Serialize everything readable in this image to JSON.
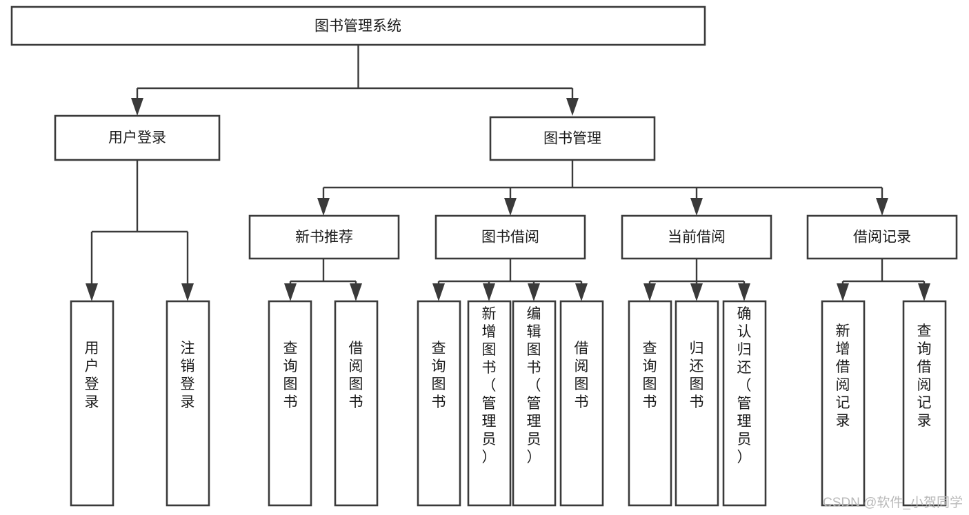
{
  "diagram": {
    "type": "tree-hierarchy-chart",
    "title": "图书管理系统",
    "orientation": "top-down",
    "colors": {
      "box_fill": "#ffffff",
      "box_stroke": "#3a3a3a",
      "text": "#1b1b1b",
      "watermark": "#b9b9b9",
      "background": "#ffffff"
    },
    "levels": {
      "root": {
        "label": "图书管理系统"
      },
      "level2": [
        {
          "id": "user-login",
          "label": "用户登录"
        },
        {
          "id": "book-management",
          "label": "图书管理"
        }
      ],
      "level3": [
        {
          "id": "new-book-recommend",
          "label": "新书推荐",
          "parent": "book-management"
        },
        {
          "id": "book-borrow",
          "label": "图书借阅",
          "parent": "book-management"
        },
        {
          "id": "current-borrow",
          "label": "当前借阅",
          "parent": "book-management"
        },
        {
          "id": "borrow-record",
          "label": "借阅记录",
          "parent": "book-management"
        }
      ],
      "leaves": [
        {
          "id": "leaf-user-login",
          "label": "用户登录",
          "parent": "user-login"
        },
        {
          "id": "leaf-logout-login",
          "label": "注销登录",
          "parent": "user-login"
        },
        {
          "id": "leaf-query-book-1",
          "label": "查询图书",
          "parent": "new-book-recommend"
        },
        {
          "id": "leaf-borrow-book-1",
          "label": "借阅图书",
          "parent": "new-book-recommend"
        },
        {
          "id": "leaf-query-book-2",
          "label": "查询图书",
          "parent": "book-borrow"
        },
        {
          "id": "leaf-add-book",
          "label": "新增图书（管理员）",
          "parent": "book-borrow"
        },
        {
          "id": "leaf-edit-book",
          "label": "编辑图书（管理员）",
          "parent": "book-borrow"
        },
        {
          "id": "leaf-borrow-book-2",
          "label": "借阅图书",
          "parent": "book-borrow"
        },
        {
          "id": "leaf-query-book-3",
          "label": "查询图书",
          "parent": "current-borrow"
        },
        {
          "id": "leaf-return-book",
          "label": "归还图书",
          "parent": "current-borrow"
        },
        {
          "id": "leaf-confirm-return",
          "label": "确认归还（管理员）",
          "parent": "current-borrow"
        },
        {
          "id": "leaf-add-record",
          "label": "新增借阅记录",
          "parent": "borrow-record"
        },
        {
          "id": "leaf-query-record",
          "label": "查询借阅记录",
          "parent": "borrow-record"
        }
      ]
    },
    "watermark": "CSDN @软件_小贺同学"
  }
}
